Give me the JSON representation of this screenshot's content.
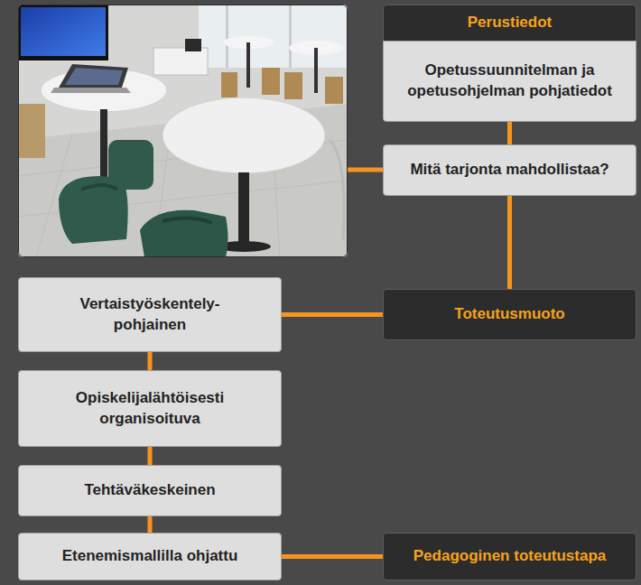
{
  "diagram": {
    "nodes": [
      {
        "text": [
          "Perustiedot"
        ]
      },
      {
        "text": [
          "Opetussuunnitelman ja opetusohjelman pohjatiedot"
        ]
      },
      {
        "text": [
          "Mitä tarjonta mahdollistaa?"
        ]
      },
      {
        "text": [
          "Toteutusmuoto"
        ]
      },
      {
        "text": [
          "Vertaistyöskentely- pohjainen"
        ]
      },
      {
        "text": [
          "Opiskelijalähtöisesti organisoituva"
        ]
      },
      {
        "text": [
          "Tehtäväkeskeinen"
        ]
      },
      {
        "text": [
          "Etenemismallilla ohjattu"
        ]
      },
      {
        "text": [
          "Pedagoginen toteutustapa"
        ]
      }
    ],
    "edges": [
      {
        "from": 1,
        "to": 2,
        "arrow": "none"
      },
      {
        "from": 2,
        "to": 3,
        "arrow": "none"
      },
      {
        "from": 3,
        "to": 4,
        "arrow": "none"
      },
      {
        "from": 4,
        "to": 5,
        "arrow": "none"
      },
      {
        "from": 5,
        "to": 6,
        "arrow": "none"
      },
      {
        "from": 6,
        "to": 7,
        "arrow": "none"
      },
      {
        "from": 7,
        "to": 8,
        "arrow": "none"
      }
    ]
  }
}
